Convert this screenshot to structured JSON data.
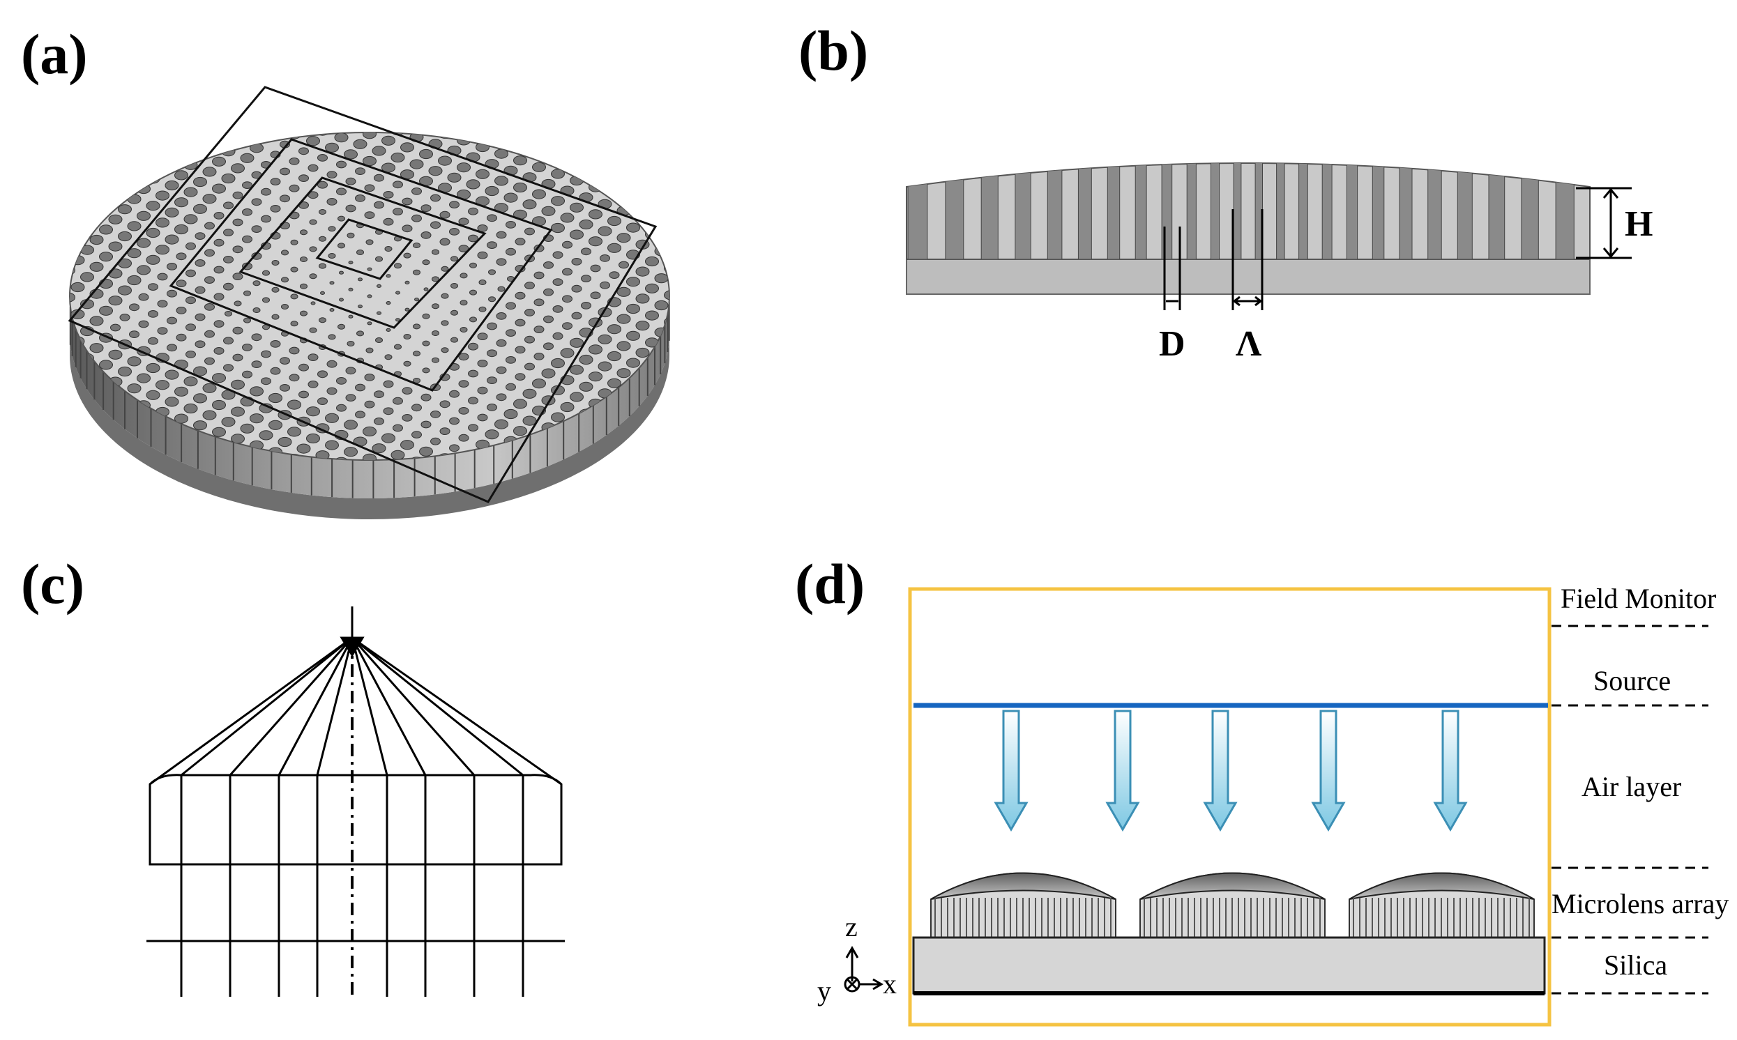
{
  "panels": {
    "a": {
      "label": "(a)"
    },
    "b": {
      "label": "(b)",
      "dimensions": {
        "height": "H",
        "diameter": "D",
        "period": "Λ"
      }
    },
    "c": {
      "label": "(c)"
    },
    "d": {
      "label": "(d)",
      "layers": [
        "Field Monitor",
        "Source",
        "Air layer",
        "Microlens array",
        "Silica"
      ],
      "axes": {
        "z": "z",
        "y": "y",
        "x": "x"
      },
      "arrow_count": 5,
      "lens_count": 3
    }
  },
  "colors": {
    "monitor_box": "#f5c342",
    "source_line": "#1565c0",
    "arrow_fill_top": "#ffffff",
    "arrow_fill_bottom": "#7ec8e3",
    "arrow_stroke": "#3b8fb5",
    "metal_light": "#e6e6e6",
    "metal_mid": "#b0b0b0",
    "metal_dark": "#6e6e6e",
    "silica": "#d6d6d6"
  }
}
